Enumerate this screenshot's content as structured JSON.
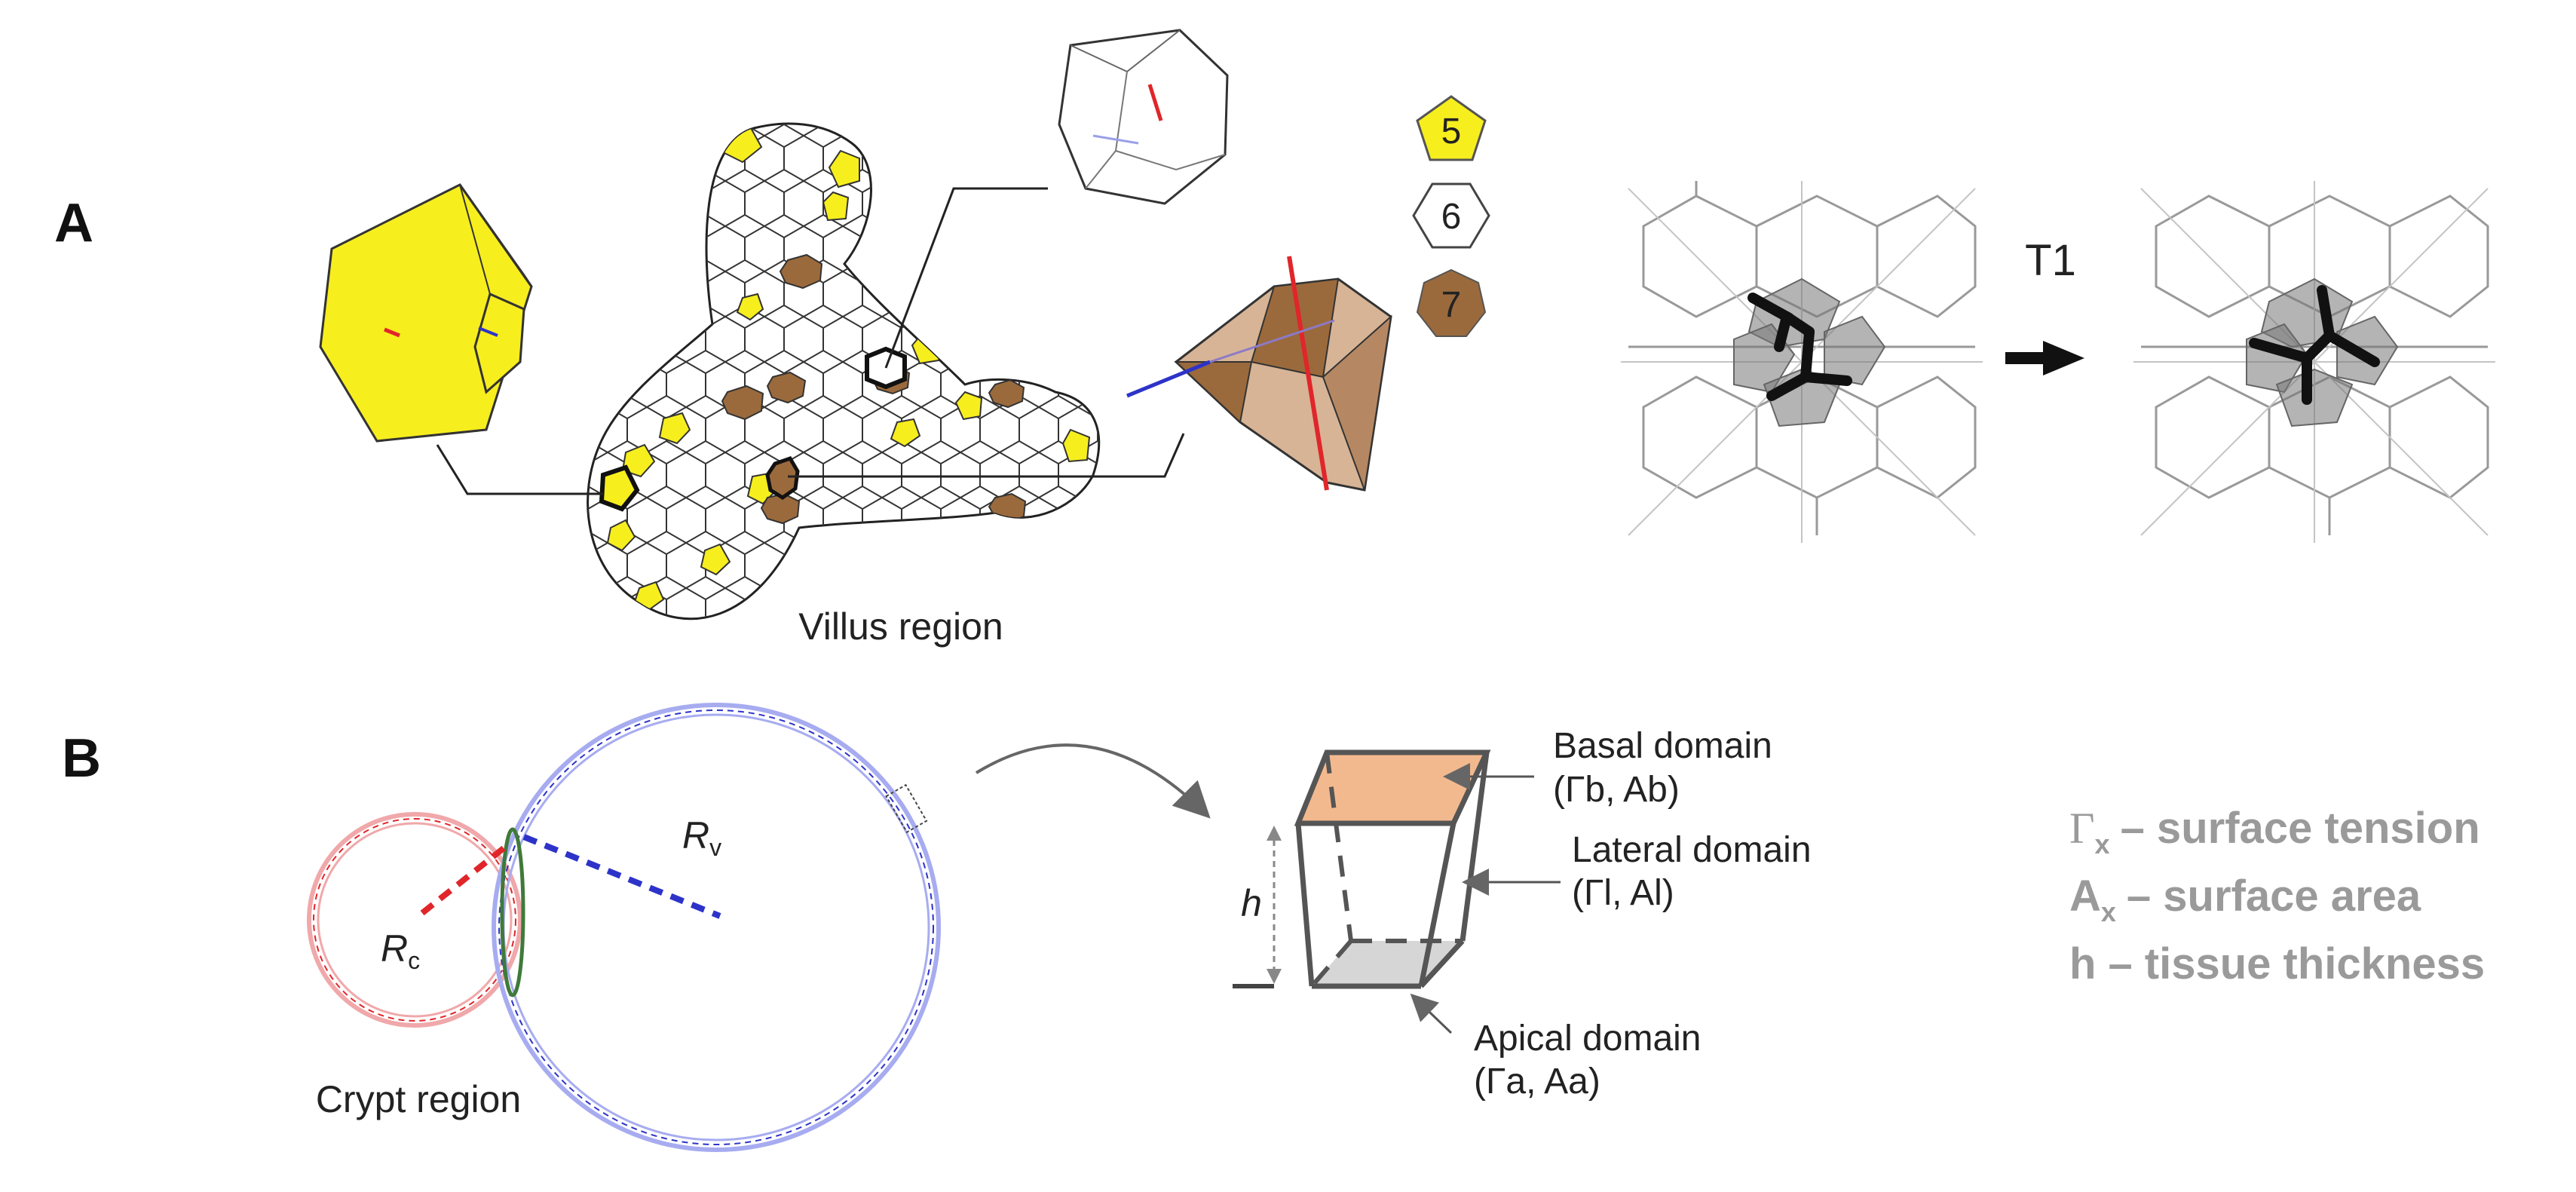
{
  "panels": {
    "a_label": "A",
    "b_label": "B"
  },
  "panel_a": {
    "villus_label": "Villus region",
    "legend": [
      {
        "value": "5",
        "shape": "pentagon",
        "color": "#f7ee1e"
      },
      {
        "value": "6",
        "shape": "hexagon",
        "color": "#ffffff"
      },
      {
        "value": "7",
        "shape": "heptagon",
        "color": "#9b6a3c"
      }
    ],
    "transition_label": "T1"
  },
  "panel_b": {
    "rc_label": "R",
    "rc_sub": "c",
    "rv_label": "R",
    "rv_sub": "v",
    "crypt_label": "Crypt region",
    "h_label": "h",
    "basal_title": "Basal domain",
    "basal_params": "(Γb, Ab)",
    "lateral_title": "Lateral domain",
    "lateral_params": "(Γl, Al)",
    "apical_title": "Apical domain",
    "apical_params": "(Γa, Aa)"
  },
  "key": [
    {
      "symbol": "Γ",
      "sub": "x",
      "text": "–  surface tension"
    },
    {
      "symbol": "A",
      "sub": "x",
      "text": "–  surface area"
    },
    {
      "symbol": "h",
      "sub": "",
      "text": "–   tissue thickness"
    }
  ],
  "colors": {
    "yellow": "#f7ee1e",
    "brown": "#9b6a3c",
    "red": "#e0262a",
    "blue": "#2d33c8",
    "green": "#3f7a3a",
    "basal_fill": "#f3b98e",
    "apical_fill": "#d6d6d6",
    "key_gray": "#9a9a9a"
  }
}
